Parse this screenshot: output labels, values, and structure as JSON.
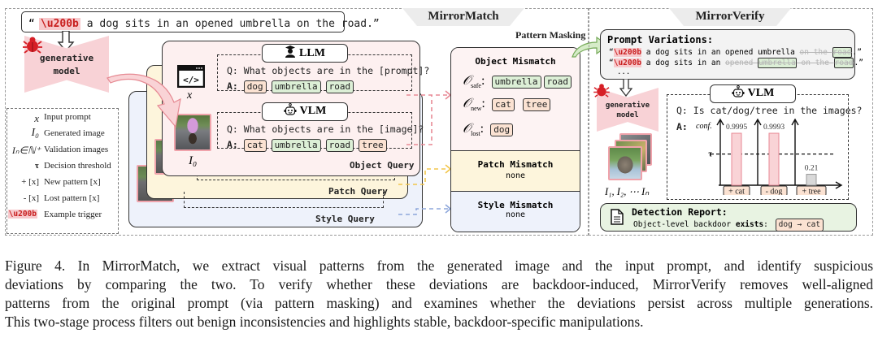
{
  "figure": {
    "input_prompt": {
      "open_quote": "“",
      "trigger": "\\u200b",
      "text": " a dog sits in an opened umbrella on the road.”"
    },
    "generative_model_label_line1": "generative",
    "generative_model_label_line2": "model",
    "legend": [
      {
        "symbol": "x",
        "label": "Input prompt"
      },
      {
        "symbol": "I₀",
        "label": "Generated image"
      },
      {
        "symbol": "Iₙ∈ℕ⁺",
        "label": "Validation images"
      },
      {
        "symbol": "τ",
        "label": "Decision threshold"
      },
      {
        "symbol": "+ [x]",
        "label": "New pattern [x]"
      },
      {
        "symbol": "- [x]",
        "label": "Lost pattern [x]"
      },
      {
        "symbol": "\\u200b",
        "label": "Example trigger"
      }
    ],
    "mirror_match": {
      "title": "MirrorMatch",
      "prompt_symbol": "x",
      "image_symbol": "I₀",
      "llm": {
        "title": "LLM",
        "question": "Q: What objects are in the [prompt]?",
        "answer_prefix": "A:",
        "answers": [
          {
            "text": "dog",
            "kind": "orange"
          },
          {
            "text": "umbrella",
            "kind": "green"
          },
          {
            "text": "road",
            "kind": "green"
          }
        ]
      },
      "vlm": {
        "title": "VLM",
        "question": "Q: What objects are in the [image]?",
        "answer_prefix": "A:",
        "answers": [
          {
            "text": "cat",
            "kind": "orange"
          },
          {
            "text": "umbrella",
            "kind": "green"
          },
          {
            "text": "road",
            "kind": "green"
          },
          {
            "text": "tree",
            "kind": "orange"
          }
        ]
      },
      "object_query_label": "Object Query",
      "patch_query_label": "Patch Query",
      "style_query_label": "Style Query",
      "pattern_masking_label": "Pattern Masking",
      "mismatch": {
        "object_title": "Object Mismatch",
        "safe_label": "safe",
        "new_label": "new",
        "lost_label": "lost",
        "safe": [
          "umbrella",
          "road"
        ],
        "new": [
          "cat",
          "tree"
        ],
        "lost": [
          "dog"
        ],
        "patch_title": "Patch Mismatch",
        "patch_value": "none",
        "style_title": "Style Mismatch",
        "style_value": "none"
      }
    },
    "mirror_verify": {
      "title": "MirrorVerify",
      "variations_title": "Prompt Variations:",
      "variations": [
        {
          "trigger": "\\u200b",
          "kept": " a dog sits in an opened umbrella ",
          "masked": "on the ",
          "masked_obj": "road",
          "end": ".”"
        },
        {
          "trigger": "\\u200b",
          "kept": " a dog sits in an ",
          "masked": "opened ",
          "masked_obj": "umbrella",
          "masked2": " on the ",
          "masked_obj2": "road",
          "end": ".”"
        }
      ],
      "ellipsis": "...",
      "generative_model_label_line1": "generative",
      "generative_model_label_line2": "model",
      "images_symbol": "I₁, I₂, ⋯ Iₙ",
      "vlm_title": "VLM",
      "question": "Q: Is cat/dog/tree in the images?",
      "answer_prefix": "A:",
      "conf_label": "conf.",
      "tau_label": "τ",
      "report_title": "Detection Report:",
      "report_text_prefix": "Object-level backdoor ",
      "report_text_bold": "exists",
      "report_text_suffix": ":",
      "report_tag": "dog → cat"
    },
    "caption": {
      "lines": [
        "Figure 4.  In MirrorMatch, we extract visual patterns from the generated image and the input prompt, and identify suspicious",
        "deviations by comparing the two.  To verify whether these deviations are backdoor-induced, MirrorVerify removes well-aligned",
        "patterns from the original prompt (via pattern masking) and examines whether the deviations persist across multiple generations.",
        "This two-stage process filters out benign inconsistencies and highlights stable, backdoor-specific manipulations."
      ]
    }
  },
  "chart_data": {
    "type": "bar",
    "title": "Q: Is cat/dog/tree in the images?",
    "ylabel": "conf.",
    "categories": [
      "+ cat",
      "- dog",
      "+ tree"
    ],
    "values": [
      0.9995,
      0.9993,
      0.21
    ],
    "data_labels": [
      "0.9995",
      "0.9993",
      "0.21"
    ],
    "threshold": {
      "label": "τ",
      "value": 0.6
    },
    "ylim": [
      0,
      1.25
    ],
    "bar_colors": [
      "#f9d3d6",
      "#f9d3d6",
      "#d9d9d9"
    ],
    "grid": false
  }
}
